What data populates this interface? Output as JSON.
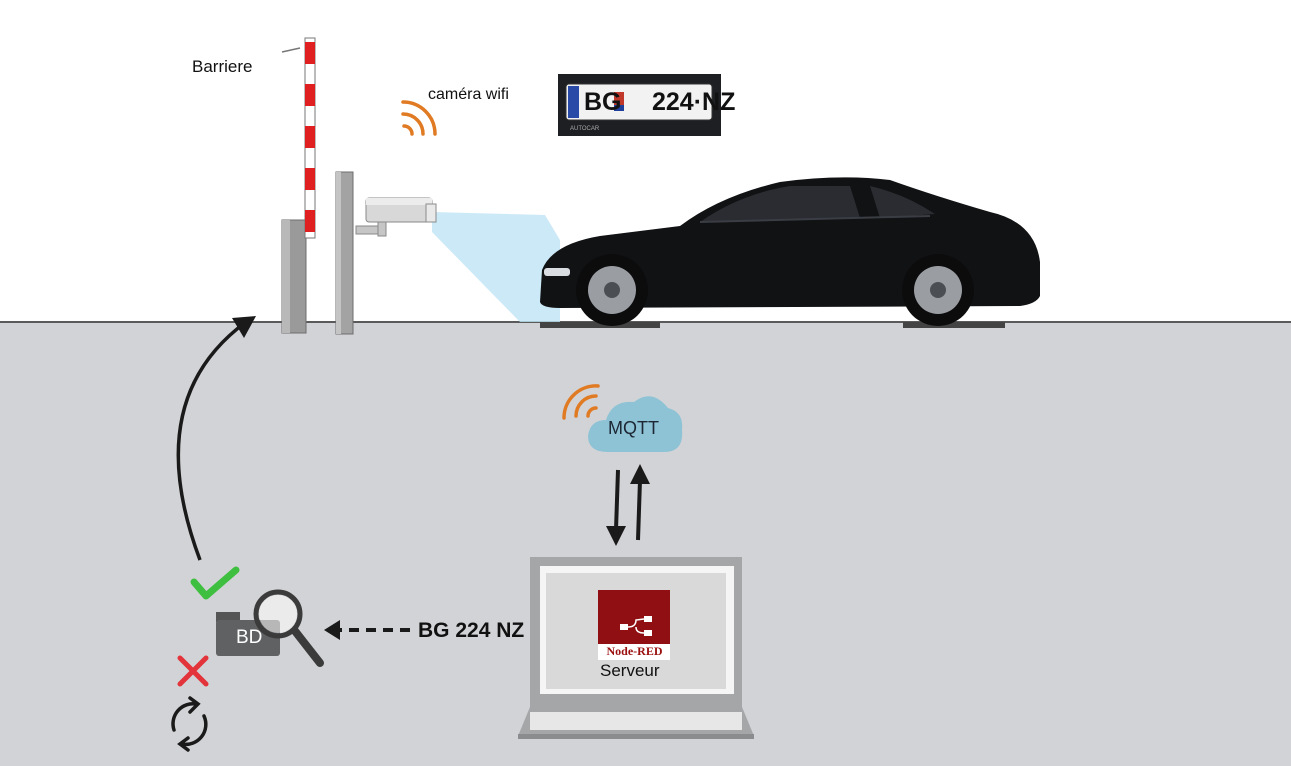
{
  "labels": {
    "barrier": "Barriere",
    "camera": "caméra wifi",
    "mqtt": "MQTT",
    "server": "Serveur",
    "node_red": "Node-RED",
    "database": "BD",
    "plate_query": "BG 224 NZ"
  },
  "plate": {
    "left": "BG",
    "right": "224·NZ"
  },
  "icons": [
    "wifi-signal-icon",
    "check-icon",
    "cross-icon",
    "refresh-icon",
    "magnifier-icon",
    "database-icon",
    "cloud-icon",
    "laptop-icon",
    "node-red-logo-icon",
    "car-icon",
    "camera-icon",
    "barrier-gate-icon"
  ],
  "colors": {
    "ground": "#d2d3d6",
    "wifi": "#e07b24",
    "check": "#3fbf3f",
    "cross": "#e2343a",
    "cloud": "#8ec3d6",
    "node_red": "#8f0f12",
    "barrier_red": "#e02020",
    "camera_beam": "#bfe3f5"
  }
}
